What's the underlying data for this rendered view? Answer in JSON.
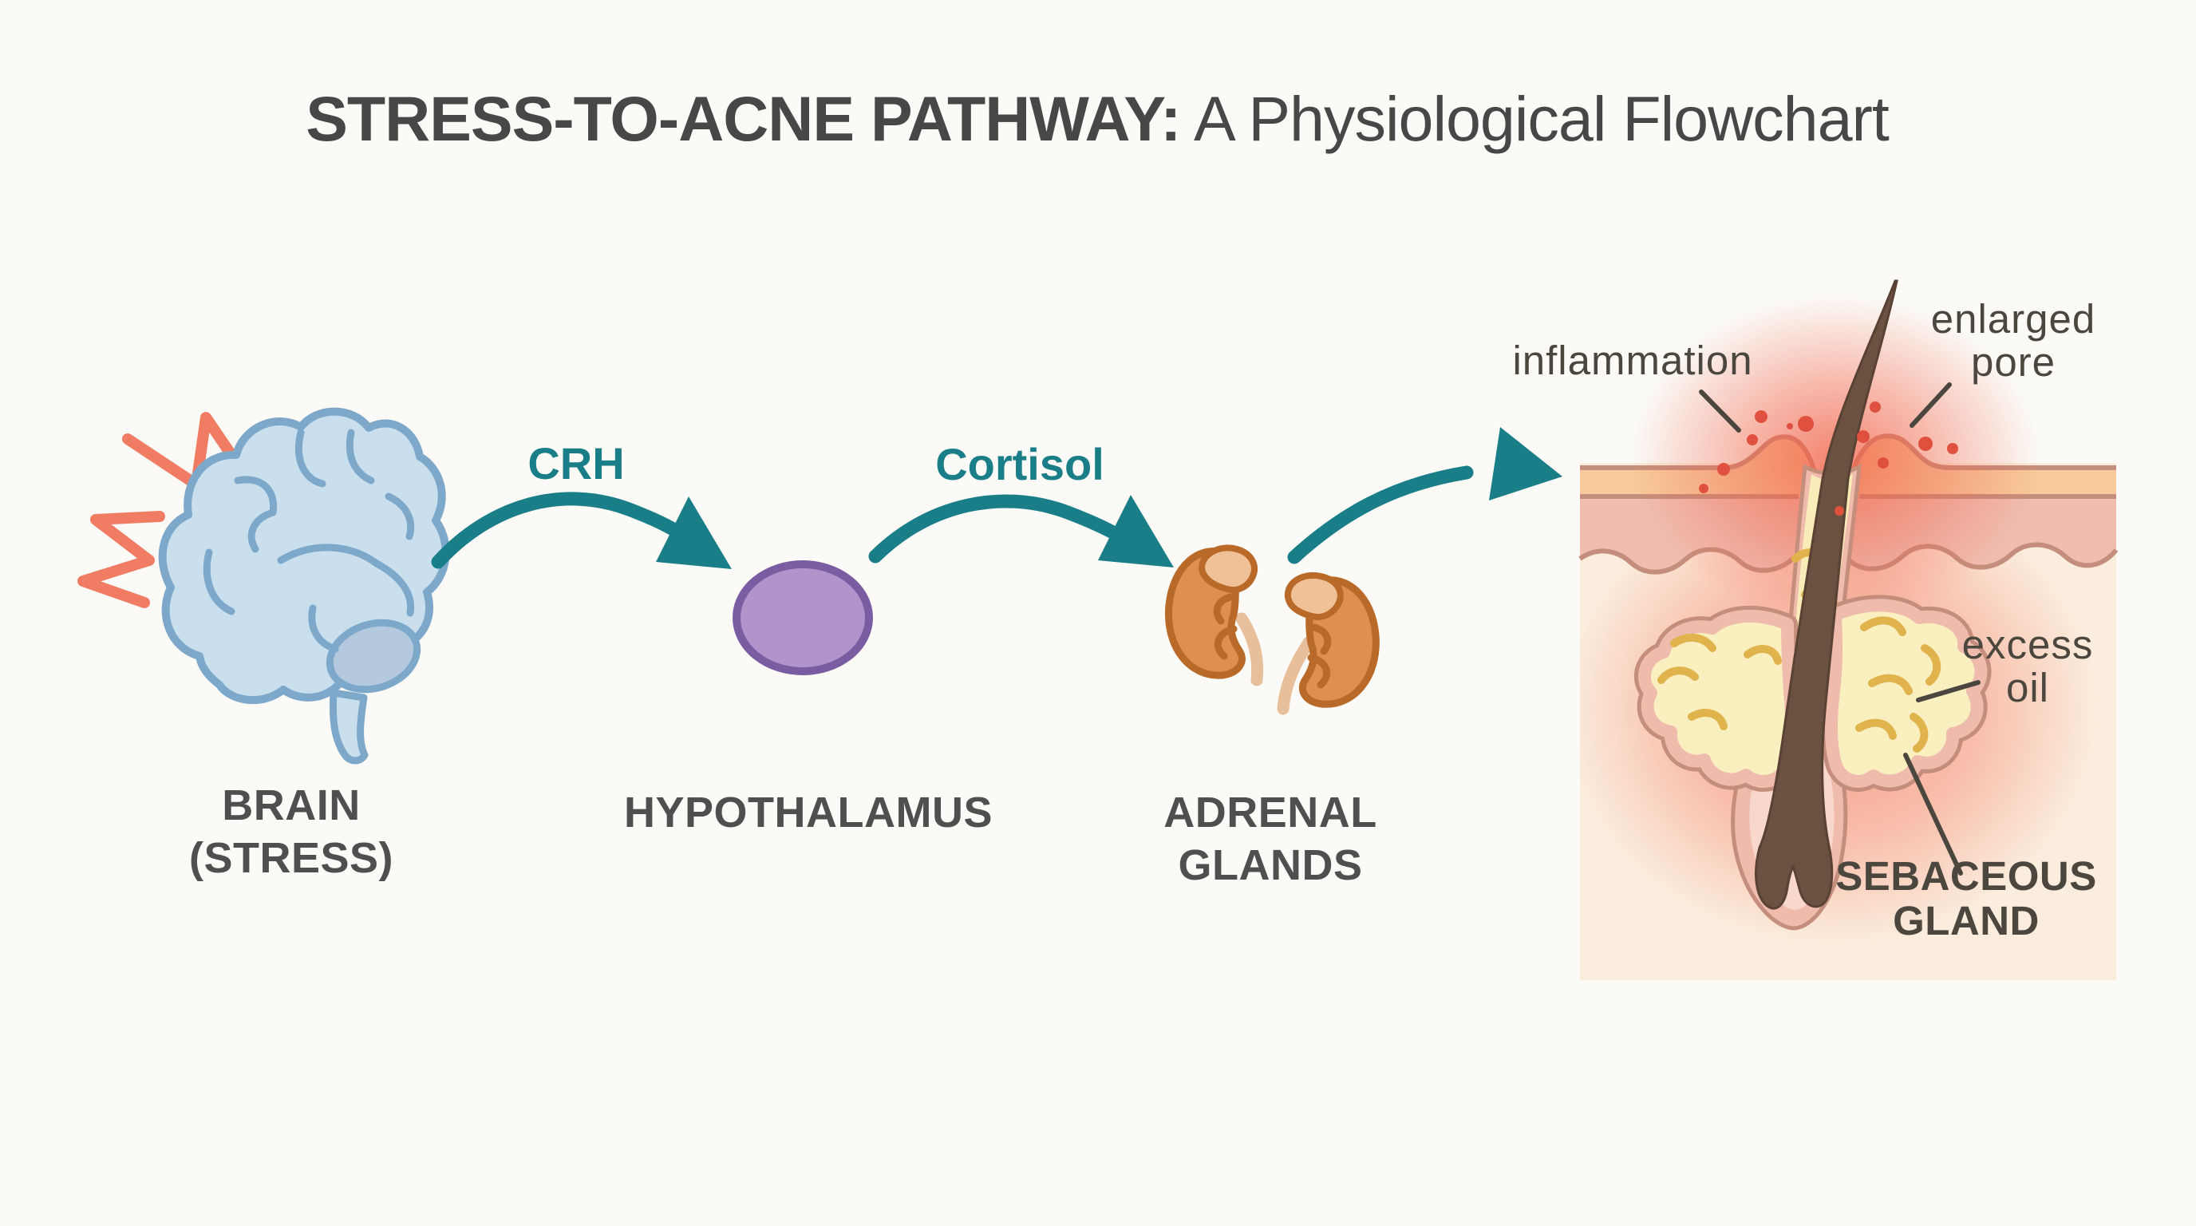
{
  "title": {
    "emphasis": "STRESS-TO-ACNE PATHWAY:",
    "rest": " A Physiological Flowchart"
  },
  "flow": {
    "brain": [
      "BRAIN",
      "(STRESS)"
    ],
    "crh_label": "CRH",
    "hypothalamus": "HYPOTHALAMUS",
    "cortisol_label": "Cortisol",
    "adrenal": [
      "ADRENAL",
      "GLANDS"
    ]
  },
  "skin": {
    "inflammation": "inflammation",
    "enlarged_pore": [
      "enlarged",
      "pore"
    ],
    "excess_oil": [
      "excess",
      "oil"
    ],
    "sebaceous_gland": [
      "SEBACEOUS",
      "GLAND"
    ]
  },
  "icons": {
    "stress-burst-icon": "red zigzag stress burst",
    "brain-icon": "stylized blue brain",
    "curved-arrow-icon": "teal curved flow arrow",
    "hypothalamus-icon": "purple ellipse",
    "adrenal-glands-icon": "pair of kidneys with adrenal caps",
    "skin-cross-section-icon": "inflamed hair follicle with sebaceous gland"
  },
  "colors": {
    "bg": "#fbfaf6",
    "title_gray": "#474747",
    "label_gray": "#4f4f4f",
    "pointer_gray": "#4b473f",
    "teal": "#1a7e89",
    "stress_red": "#ef7c63",
    "brain_fill": "#cadfee",
    "brain_outline": "#7ea8c9",
    "brain_shade": "#b4c9dd",
    "hypothalamus_fill": "#b294cb",
    "hypothalamus_outline": "#7a5ca2",
    "adrenal_fill": "#df9050",
    "adrenal_outline": "#b96a28",
    "adrenal_cap": "#f0c096",
    "ureter_tan": "#e8bf9b",
    "panel_cream": "#fbeddd",
    "epidermis_tan": "#f6ca9b",
    "skin_line": "#c58e7c",
    "dermis_pink": "#efbeb1",
    "follicle_wall": "#eebbad",
    "follicle_inner": "#f8d8ca",
    "gland_fill": "#f9efbf",
    "canal_yellow": "#f9ecb8",
    "sebum_gold": "#e0b34c",
    "hair_brown": "#6a5140",
    "inflammation_glow": "#f2634a",
    "dot_red": "#e0503f"
  }
}
